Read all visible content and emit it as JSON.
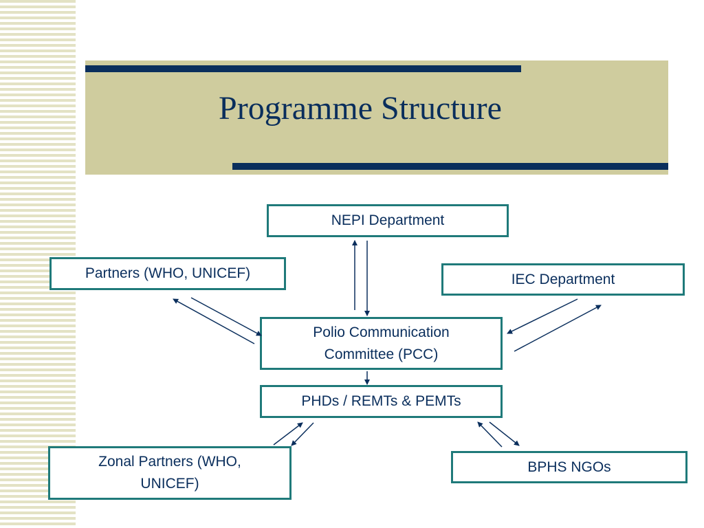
{
  "slide": {
    "title": "Programme Structure"
  },
  "diagram": {
    "nodes": {
      "nepi": "NEPI Department",
      "partners": "Partners (WHO, UNICEF)",
      "iec": "IEC Department",
      "pcc_line1": "Polio Communication",
      "pcc_line2": "Committee (PCC)",
      "phds": "PHDs / REMTs & PEMTs",
      "zonal_line1": "Zonal Partners (WHO,",
      "zonal_line2": "UNICEF)",
      "bphs": "BPHS NGOs"
    }
  },
  "colors": {
    "title_text": "#0a2e5c",
    "title_band": "#cfcc9e",
    "box_border": "#1f7a7a",
    "arrow": "#0a2e5c"
  }
}
